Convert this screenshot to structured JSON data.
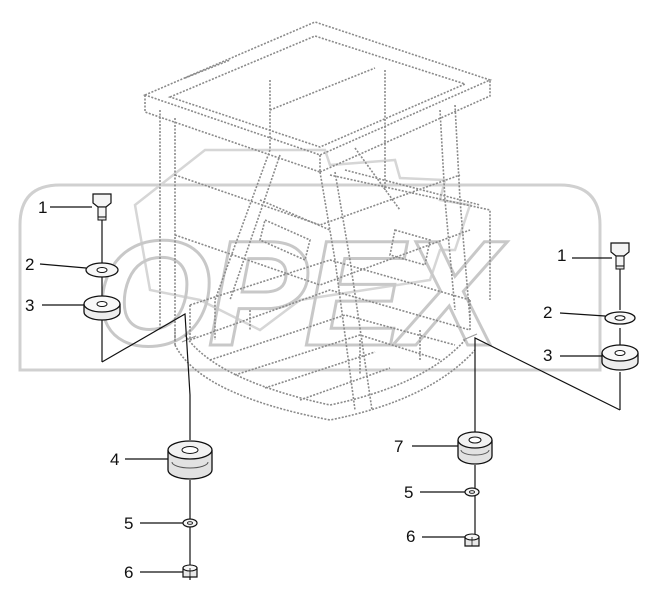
{
  "watermark": {
    "text": "OPEX"
  },
  "callouts": {
    "left": [
      {
        "number": "1",
        "part": "bolt"
      },
      {
        "number": "2",
        "part": "washer"
      },
      {
        "number": "3",
        "part": "spacer"
      },
      {
        "number": "4",
        "part": "rubber-mount"
      },
      {
        "number": "5",
        "part": "washer"
      },
      {
        "number": "6",
        "part": "nut"
      }
    ],
    "right": [
      {
        "number": "1",
        "part": "bolt"
      },
      {
        "number": "2",
        "part": "washer"
      },
      {
        "number": "3",
        "part": "spacer"
      },
      {
        "number": "7",
        "part": "rubber-mount"
      },
      {
        "number": "5",
        "part": "washer"
      },
      {
        "number": "6",
        "part": "nut"
      }
    ]
  }
}
